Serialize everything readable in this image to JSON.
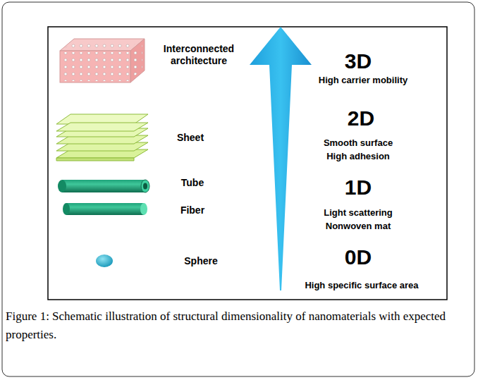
{
  "diagram": {
    "caption": "Figure 1: Schematic illustration of structural dimensionality of nanomaterials with expected properties.",
    "labels": [
      "Interconnected architecture",
      "3D",
      "High carrier mobility",
      "Sheet",
      "2D",
      "Smooth surface",
      "High adhesion",
      "Tube",
      "Fiber",
      "1D",
      "Light scattering",
      "Nonwoven mat",
      "Sphere",
      "0D",
      "High specific surface area"
    ]
  }
}
